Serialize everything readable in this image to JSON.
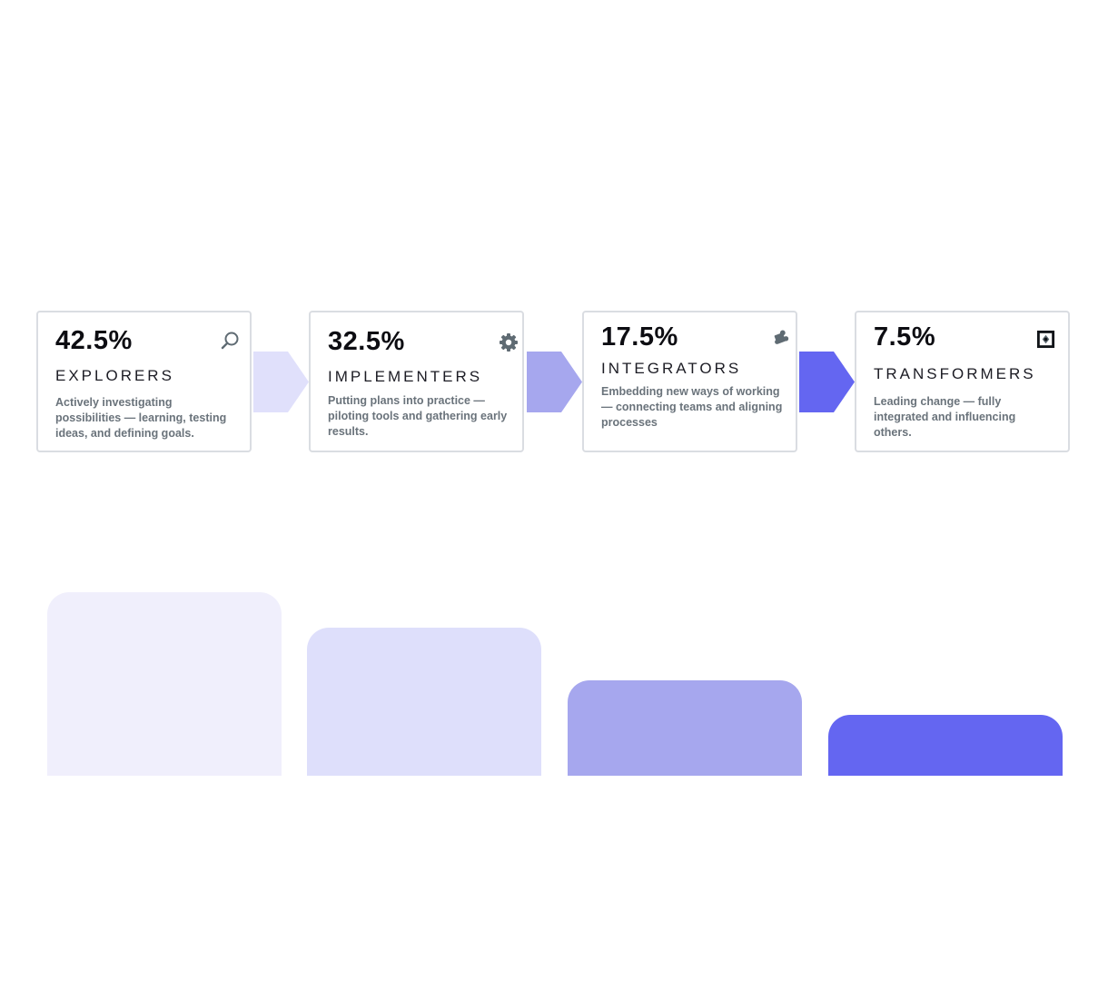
{
  "stages": [
    {
      "percent": "42.5%",
      "label": "EXPLORERS",
      "description": "Actively investigating possibilities — learning, testing ideas, and defining goals.",
      "icon": "magnifier-icon",
      "value": 42.5
    },
    {
      "percent": "32.5%",
      "label": "IMPLEMENTERS",
      "description": "Putting plans into practice — piloting tools and gathering early results.",
      "icon": "gear-icon",
      "value": 32.5
    },
    {
      "percent": "17.5%",
      "label": "INTEGRATORS",
      "description": "Embedding new ways of working — connecting teams and aligning processes",
      "icon": "puzzle-icon",
      "value": 17.5
    },
    {
      "percent": "7.5%",
      "label": "TRANSFORMERS",
      "description": "Leading change — fully integrated and influencing others.",
      "icon": "transform-icon",
      "value": 7.5
    }
  ],
  "colors": {
    "stage_1": "#f0effc",
    "stage_2": "#dedffb",
    "stage_3": "#a6a7ee",
    "stage_4": "#6466f1",
    "icon": "#5f6b73"
  }
}
